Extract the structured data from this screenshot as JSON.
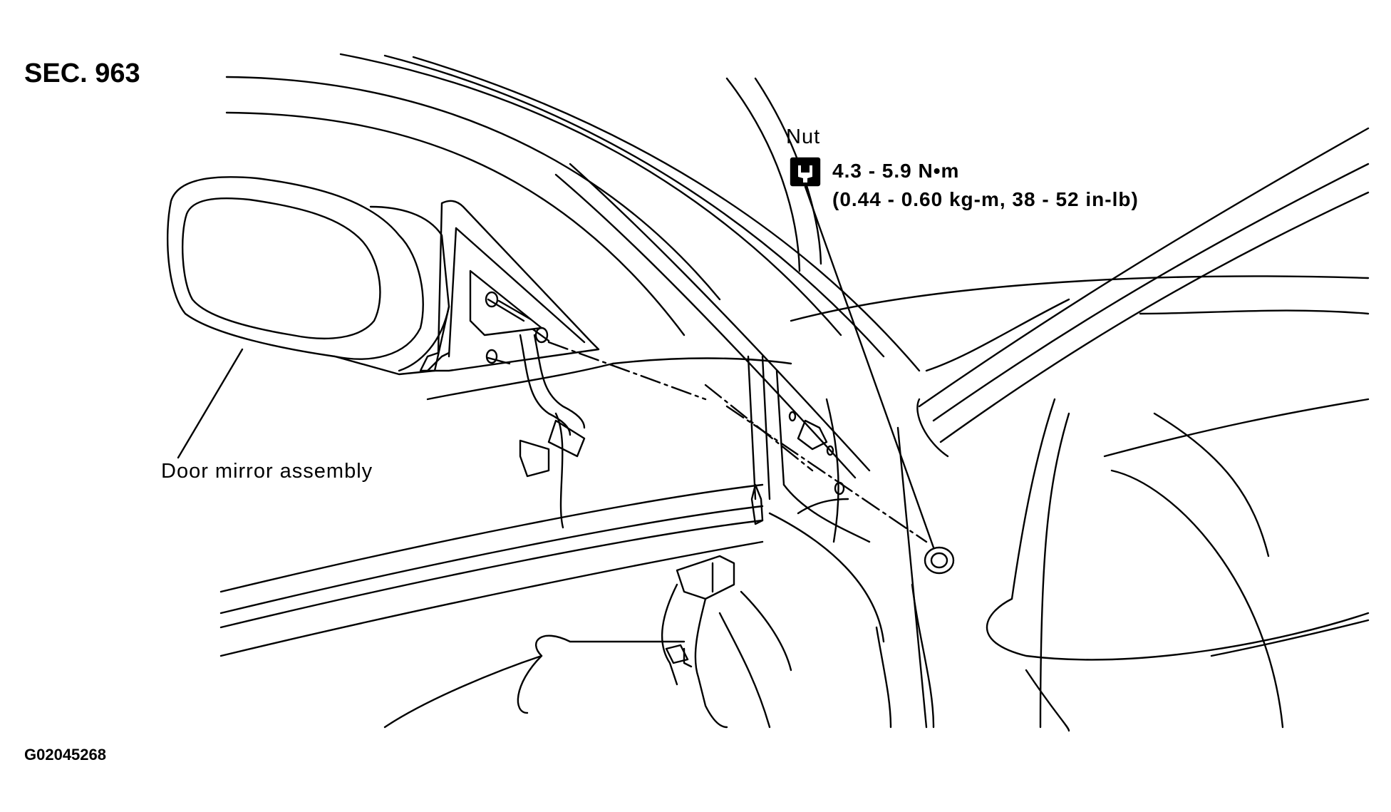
{
  "section": "SEC. 963",
  "figure_code": "G02045268",
  "callouts": {
    "mirror": "Door mirror assembly",
    "nut": "Nut",
    "torque_nm": "4.3 - 5.9 N•m",
    "torque_alt": "(0.44 - 0.60 kg-m, 38 - 52 in-lb)"
  },
  "icons": [
    "torque-wrench-icon"
  ]
}
